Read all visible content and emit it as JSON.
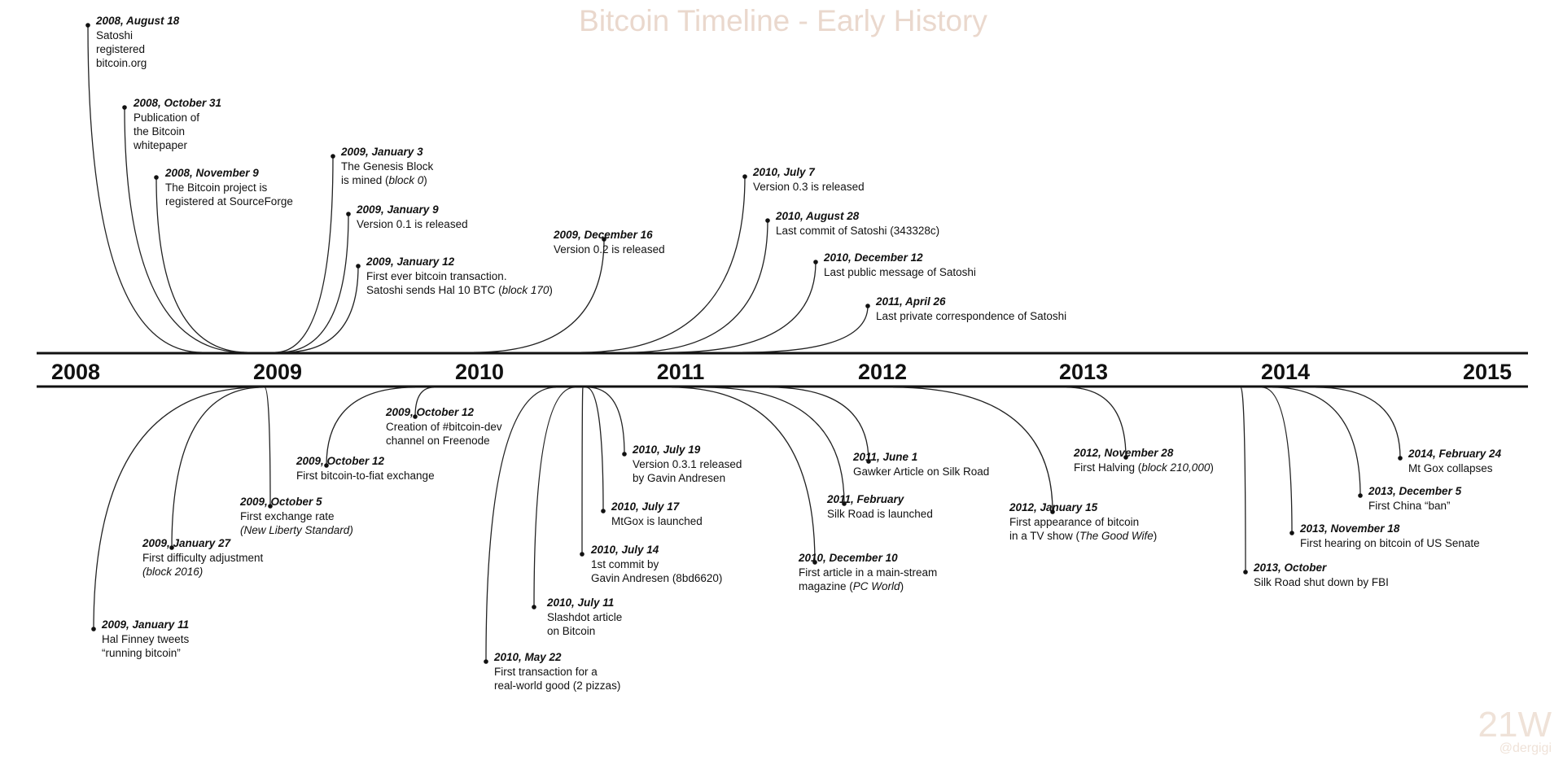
{
  "title": "Bitcoin Timeline - Early History",
  "years": [
    "2008",
    "2009",
    "2010",
    "2011",
    "2012",
    "2013",
    "2014",
    "2015"
  ],
  "events": [
    {
      "date": "2008, August 18",
      "lines": [
        "Satoshi",
        "registered",
        "bitcoin.org"
      ]
    },
    {
      "date": "2008, October 31",
      "lines": [
        "Publication of",
        "the Bitcoin",
        "whitepaper"
      ]
    },
    {
      "date": "2008, November 9",
      "lines": [
        "The Bitcoin project is",
        "registered at SourceForge"
      ]
    },
    {
      "date": "2009, January 3",
      "lines": [
        "The Genesis Block",
        "is mined (|block 0|)"
      ]
    },
    {
      "date": "2009, January 9",
      "lines": [
        "Version 0.1 is released"
      ]
    },
    {
      "date": "2009, January 12",
      "lines": [
        "First ever bitcoin transaction.",
        "Satoshi sends Hal 10 BTC (|block 170|)"
      ]
    },
    {
      "date": "2009, December 16",
      "lines": [
        "Version 0.2 is released"
      ]
    },
    {
      "date": "2010, July 7",
      "lines": [
        "Version 0.3 is released"
      ]
    },
    {
      "date": "2010, August 28",
      "lines": [
        "Last commit of Satoshi (343328c)"
      ]
    },
    {
      "date": "2010, December 12",
      "lines": [
        "Last public message of Satoshi"
      ]
    },
    {
      "date": "2011, April 26",
      "lines": [
        "Last private correspondence of Satoshi"
      ]
    },
    {
      "date": "2009, January 11",
      "lines": [
        "Hal Finney tweets",
        "“running bitcoin”"
      ]
    },
    {
      "date": "2009, January 27",
      "lines": [
        "First difficulty adjustment",
        "|(block 2016)|"
      ]
    },
    {
      "date": "2009, October 5",
      "lines": [
        "First exchange rate",
        "|(New Liberty Standard)|"
      ]
    },
    {
      "date": "2009, October 12",
      "lines": [
        "First bitcoin-to-fiat exchange"
      ]
    },
    {
      "date": "2009, October 12",
      "lines": [
        "Creation of #bitcoin-dev",
        "channel on Freenode"
      ]
    },
    {
      "date": "2010, May 22",
      "lines": [
        "First transaction for a",
        "real-world good (2 pizzas)"
      ]
    },
    {
      "date": "2010, July 11",
      "lines": [
        "Slashdot article",
        "on Bitcoin"
      ]
    },
    {
      "date": "2010, July 14",
      "lines": [
        "1st commit by",
        "Gavin Andresen (8bd6620)"
      ]
    },
    {
      "date": "2010, July 17",
      "lines": [
        "MtGox is launched"
      ]
    },
    {
      "date": "2010, July 19",
      "lines": [
        "Version 0.3.1 released",
        "by Gavin Andresen"
      ]
    },
    {
      "date": "2010, December 10",
      "lines": [
        "First article in a main-stream",
        "magazine (|PC World|)"
      ]
    },
    {
      "date": "2011, February",
      "lines": [
        "Silk Road is launched"
      ]
    },
    {
      "date": "2011, June 1",
      "lines": [
        "Gawker Article on Silk Road"
      ]
    },
    {
      "date": "2012, January 15",
      "lines": [
        "First appearance of bitcoin",
        "in a TV show (|The Good Wife|)"
      ]
    },
    {
      "date": "2012, November 28",
      "lines": [
        "First Halving (|block 210,000|)"
      ]
    },
    {
      "date": "2013, October",
      "lines": [
        "Silk Road shut down by FBI"
      ]
    },
    {
      "date": "2013, November 18",
      "lines": [
        "First hearing on bitcoin of US Senate"
      ]
    },
    {
      "date": "2013, December 5",
      "lines": [
        "First China “ban”"
      ]
    },
    {
      "date": "2014, February 24",
      "lines": [
        "Mt Gox collapses"
      ]
    }
  ],
  "watermark": {
    "mark": "21W",
    "handle": "@dergigi"
  },
  "colors": {
    "title": "#ead8cd",
    "ink": "#111111",
    "watermark": "#efe2d8"
  }
}
